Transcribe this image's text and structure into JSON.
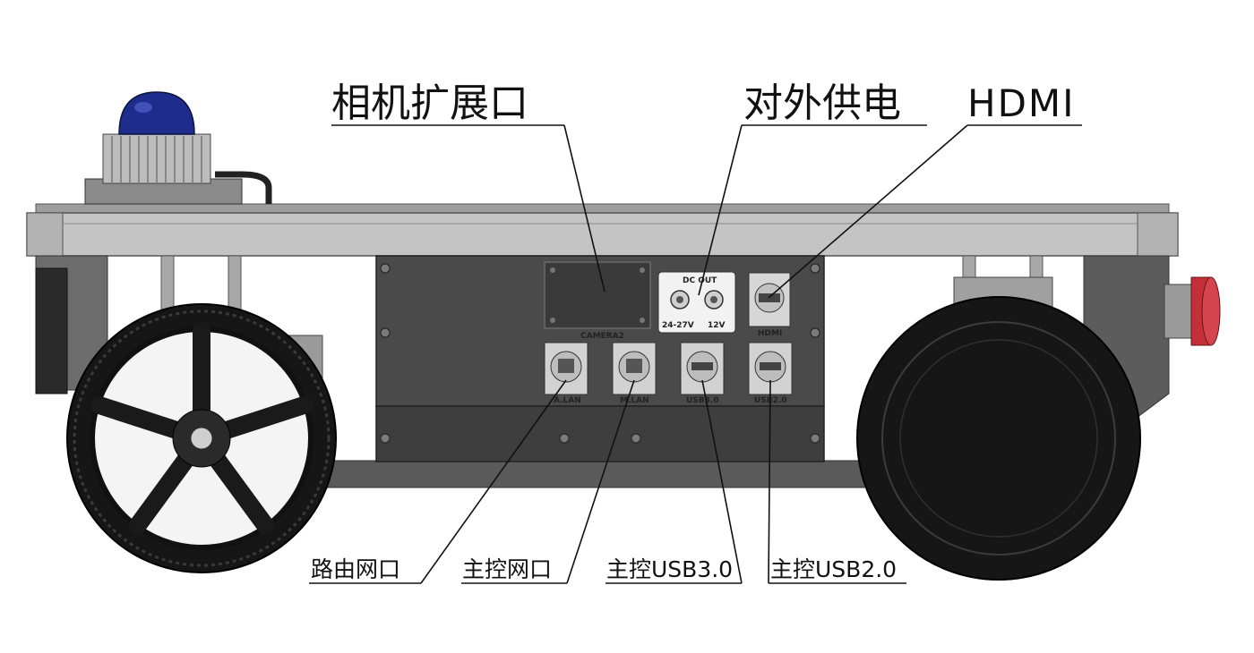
{
  "callouts": {
    "camera_expansion": "相机扩展口",
    "external_power": "对外供电",
    "hdmi": "HDMI",
    "router_lan": "路由网口",
    "main_lan": "主控网口",
    "main_usb3": "主控USB3.0",
    "main_usb2": "主控USB2.0"
  },
  "panel_markings": {
    "camera": "CAMERA2",
    "dc_out": "DC OUT",
    "voltage_high": "24-27V",
    "voltage_low": "12V",
    "hdmi": "HDMI",
    "a_lan": "A.LAN",
    "m_lan": "M.LAN",
    "usb3": "USB3.0",
    "usb2": "USB2.0"
  },
  "colors": {
    "panel": "#4a4a4a",
    "chassis": "#b9b9b9",
    "beacon": "#1e2c8c",
    "estop": "#c4303a",
    "tire": "#161616"
  }
}
